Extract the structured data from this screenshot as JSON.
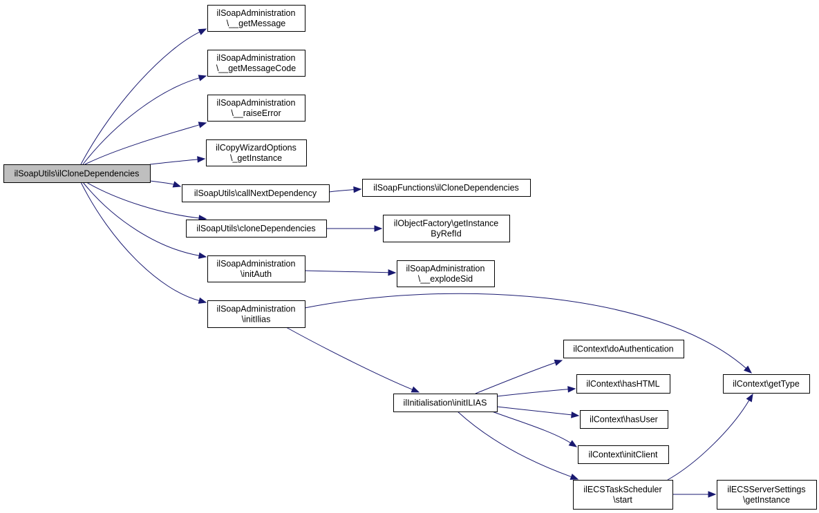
{
  "diagram": {
    "type": "call-graph",
    "colors": {
      "edge": "#191970",
      "root_fill": "#bfbfbf",
      "node_fill": "#ffffff",
      "node_border": "#000000"
    },
    "nodes": [
      {
        "id": "root",
        "lines": [
          "ilSoapUtils\\ilCloneDependencies"
        ]
      },
      {
        "id": "getMessage",
        "lines": [
          "ilSoapAdministration",
          "\\__getMessage"
        ]
      },
      {
        "id": "getMessageCode",
        "lines": [
          "ilSoapAdministration",
          "\\__getMessageCode"
        ]
      },
      {
        "id": "raiseError",
        "lines": [
          "ilSoapAdministration",
          "\\__raiseError"
        ]
      },
      {
        "id": "copyWizard",
        "lines": [
          "ilCopyWizardOptions",
          "\\_getInstance"
        ]
      },
      {
        "id": "callNext",
        "lines": [
          "ilSoapUtils\\callNextDependency"
        ]
      },
      {
        "id": "soapFuncClone",
        "lines": [
          "ilSoapFunctions\\ilCloneDependencies"
        ]
      },
      {
        "id": "cloneDeps",
        "lines": [
          "ilSoapUtils\\cloneDependencies"
        ]
      },
      {
        "id": "objFactory",
        "lines": [
          "ilObjectFactory\\getInstance",
          "ByRefId"
        ]
      },
      {
        "id": "initAuth",
        "lines": [
          "ilSoapAdministration",
          "\\initAuth"
        ]
      },
      {
        "id": "explodeSid",
        "lines": [
          "ilSoapAdministration",
          "\\__explodeSid"
        ]
      },
      {
        "id": "initIlias",
        "lines": [
          "ilSoapAdministration",
          "\\initIlias"
        ]
      },
      {
        "id": "getType",
        "lines": [
          "ilContext\\getType"
        ]
      },
      {
        "id": "initILIAS",
        "lines": [
          "ilInitialisation\\initILIAS"
        ]
      },
      {
        "id": "doAuth",
        "lines": [
          "ilContext\\doAuthentication"
        ]
      },
      {
        "id": "hasHTML",
        "lines": [
          "ilContext\\hasHTML"
        ]
      },
      {
        "id": "hasUser",
        "lines": [
          "ilContext\\hasUser"
        ]
      },
      {
        "id": "initClient",
        "lines": [
          "ilContext\\initClient"
        ]
      },
      {
        "id": "ecsStart",
        "lines": [
          "ilECSTaskScheduler",
          "\\start"
        ]
      },
      {
        "id": "ecsSettings",
        "lines": [
          "ilECSServerSettings",
          "\\getInstance"
        ]
      }
    ],
    "edges": [
      [
        "root",
        "getMessage"
      ],
      [
        "root",
        "getMessageCode"
      ],
      [
        "root",
        "raiseError"
      ],
      [
        "root",
        "copyWizard"
      ],
      [
        "root",
        "callNext"
      ],
      [
        "root",
        "cloneDeps"
      ],
      [
        "root",
        "initAuth"
      ],
      [
        "root",
        "initIlias"
      ],
      [
        "callNext",
        "soapFuncClone"
      ],
      [
        "cloneDeps",
        "objFactory"
      ],
      [
        "initAuth",
        "explodeSid"
      ],
      [
        "initIlias",
        "getType"
      ],
      [
        "initIlias",
        "initILIAS"
      ],
      [
        "initILIAS",
        "doAuth"
      ],
      [
        "initILIAS",
        "hasHTML"
      ],
      [
        "initILIAS",
        "hasUser"
      ],
      [
        "initILIAS",
        "initClient"
      ],
      [
        "initILIAS",
        "ecsStart"
      ],
      [
        "ecsStart",
        "getType"
      ],
      [
        "ecsStart",
        "ecsSettings"
      ]
    ]
  }
}
